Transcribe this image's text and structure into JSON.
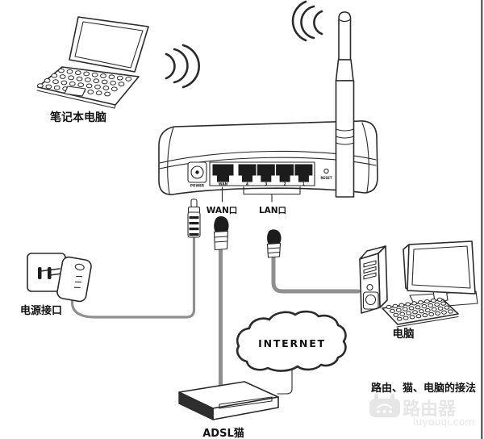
{
  "diagram": {
    "caption": "路由、猫、电脑的接法",
    "labels": {
      "laptop": "笔记本电脑",
      "power_jack": "电源接口",
      "wan": "WAN口",
      "lan": "LAN口",
      "modem": "ADSL猫",
      "pc": "电脑",
      "internet": "INTERNET"
    },
    "router_panel": {
      "power": "POWER",
      "wan": "WAN",
      "lan_numbers": [
        "4",
        "3",
        "2",
        "1"
      ],
      "reset": "RESET"
    },
    "watermark": {
      "brand": "路由器",
      "site": "luyouqi.com"
    },
    "colors": {
      "ink": "#2a2a2a",
      "cable_gray": "#8f8f8f",
      "watermark_gray": "#e2e2e2",
      "background": "#ffffff"
    }
  }
}
